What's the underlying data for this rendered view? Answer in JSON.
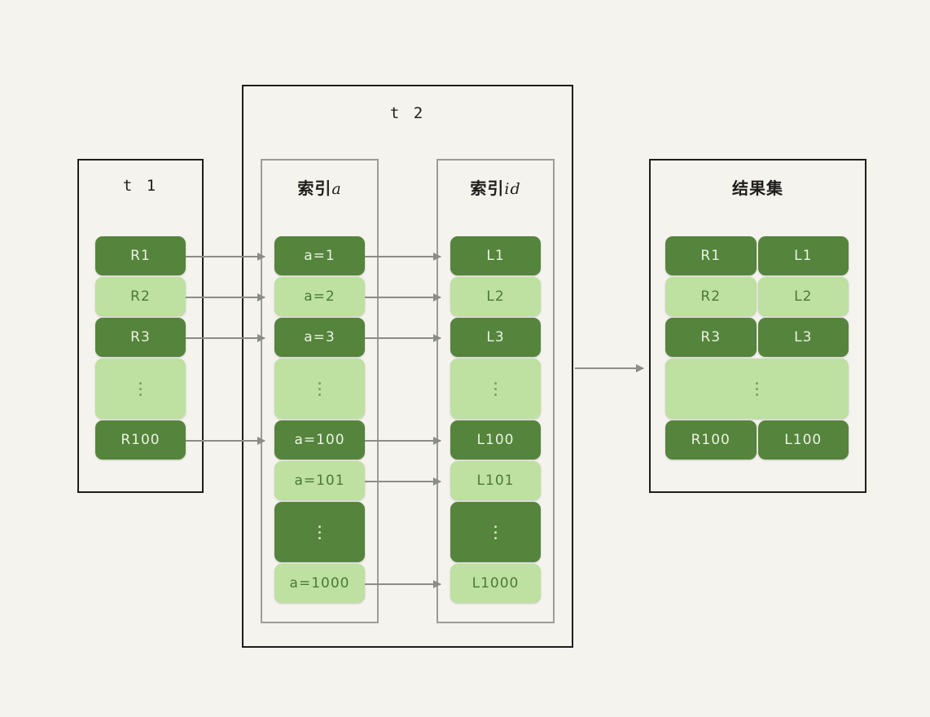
{
  "diagram": {
    "background_color": "#F4F3EE",
    "dark_green": "#55843C",
    "light_green": "#BEE0A0",
    "arrow_color": "#8c8c86",
    "border_color": "#1d1d1b",
    "inner_border_color": "#9d9d97"
  },
  "t1": {
    "title": "t 1",
    "rows": [
      {
        "label": "R1",
        "shade": "dark",
        "is_ellipsis": false
      },
      {
        "label": "R2",
        "shade": "light",
        "is_ellipsis": false
      },
      {
        "label": "R3",
        "shade": "dark",
        "is_ellipsis": false
      },
      {
        "label": "",
        "shade": "light",
        "is_ellipsis": true
      },
      {
        "label": "R100",
        "shade": "dark",
        "is_ellipsis": false
      }
    ]
  },
  "t2": {
    "title": "t 2",
    "index_a": {
      "title_cjk": "索引",
      "title_latin": "a",
      "rows": [
        {
          "label": "a=1",
          "shade": "dark",
          "is_ellipsis": false
        },
        {
          "label": "a=2",
          "shade": "light",
          "is_ellipsis": false
        },
        {
          "label": "a=3",
          "shade": "dark",
          "is_ellipsis": false
        },
        {
          "label": "",
          "shade": "light",
          "is_ellipsis": true
        },
        {
          "label": "a=100",
          "shade": "dark",
          "is_ellipsis": false
        },
        {
          "label": "a=101",
          "shade": "light",
          "is_ellipsis": false
        },
        {
          "label": "",
          "shade": "dark",
          "is_ellipsis": true
        },
        {
          "label": "a=1000",
          "shade": "light",
          "is_ellipsis": false
        }
      ]
    },
    "index_id": {
      "title_cjk": "索引",
      "title_latin": "id",
      "rows": [
        {
          "label": "L1",
          "shade": "dark",
          "is_ellipsis": false
        },
        {
          "label": "L2",
          "shade": "light",
          "is_ellipsis": false
        },
        {
          "label": "L3",
          "shade": "dark",
          "is_ellipsis": false
        },
        {
          "label": "",
          "shade": "light",
          "is_ellipsis": true
        },
        {
          "label": "L100",
          "shade": "dark",
          "is_ellipsis": false
        },
        {
          "label": "L101",
          "shade": "light",
          "is_ellipsis": false
        },
        {
          "label": "",
          "shade": "dark",
          "is_ellipsis": true
        },
        {
          "label": "L1000",
          "shade": "light",
          "is_ellipsis": false
        }
      ]
    }
  },
  "result_set": {
    "title": "结果集",
    "rows": [
      {
        "left": "R1",
        "right": "L1",
        "shade": "dark",
        "is_ellipsis": false
      },
      {
        "left": "R2",
        "right": "L2",
        "shade": "light",
        "is_ellipsis": false
      },
      {
        "left": "R3",
        "right": "L3",
        "shade": "dark",
        "is_ellipsis": false
      },
      {
        "left": "",
        "right": "",
        "shade": "light",
        "is_ellipsis": true
      },
      {
        "left": "R100",
        "right": "L100",
        "shade": "dark",
        "is_ellipsis": false
      }
    ]
  },
  "arrows": {
    "t1_to_a": [
      {
        "from_row": 0,
        "to_row": 0
      },
      {
        "from_row": 1,
        "to_row": 1
      },
      {
        "from_row": 2,
        "to_row": 2
      },
      {
        "from_row": 4,
        "to_row": 4
      }
    ],
    "a_to_id": [
      {
        "from_row": 0,
        "to_row": 0
      },
      {
        "from_row": 1,
        "to_row": 1
      },
      {
        "from_row": 2,
        "to_row": 2
      },
      {
        "from_row": 4,
        "to_row": 4
      },
      {
        "from_row": 5,
        "to_row": 5
      },
      {
        "from_row": 7,
        "to_row": 7
      }
    ],
    "t2_to_result": {
      "count": 1
    }
  }
}
